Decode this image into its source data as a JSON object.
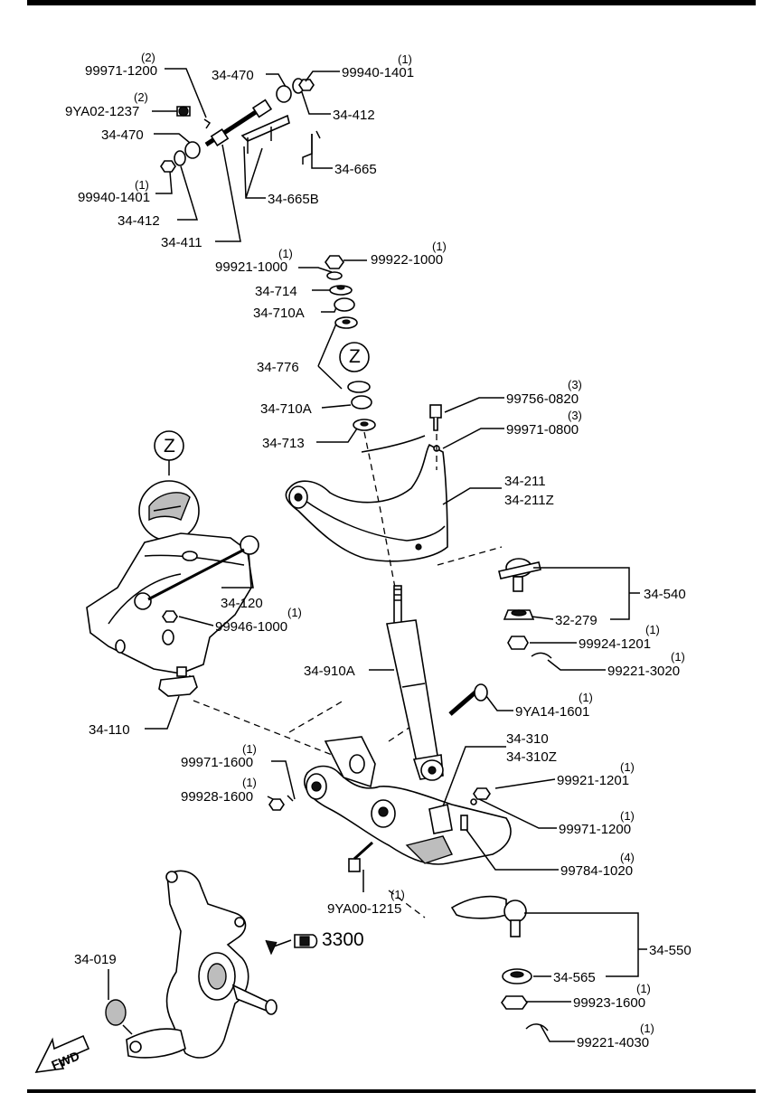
{
  "labels": {
    "l01": "99971-1200",
    "l01q": "(2)",
    "l02": "9YA02-1237",
    "l02q": "(2)",
    "l03": "34-470",
    "l04": "99940-1401",
    "l04q": "(1)",
    "l05": "34-412",
    "l06": "34-411",
    "l07": "34-470",
    "l08": "99940-1401",
    "l08q": "(1)",
    "l09": "34-412",
    "l10": "34-665",
    "l11": "34-665B",
    "l12": "99921-1000",
    "l12q": "(1)",
    "l13": "99922-1000",
    "l13q": "(1)",
    "l14": "34-714",
    "l15": "34-710A",
    "l16": "34-776",
    "l17": "34-710A",
    "l18": "34-713",
    "l19": "99756-0820",
    "l19q": "(3)",
    "l20": "99971-0800",
    "l20q": "(3)",
    "l21a": "34-211",
    "l21b": "34-211Z",
    "l22": "34-120",
    "l23": "99946-1000",
    "l23q": "(1)",
    "l24": "34-540",
    "l25": "32-279",
    "l26": "99924-1201",
    "l26q": "(1)",
    "l27": "99221-3020",
    "l27q": "(1)",
    "l28": "34-910A",
    "l29": "9YA14-1601",
    "l29q": "(1)",
    "l30": "34-110",
    "l31a": "34-310",
    "l31b": "34-310Z",
    "l32": "99971-1600",
    "l32q": "(1)",
    "l33": "99928-1600",
    "l33q": "(1)",
    "l34": "99921-1201",
    "l34q": "(1)",
    "l35": "99971-1200",
    "l35q": "(1)",
    "l36": "99784-1020",
    "l36q": "(4)",
    "l37": "9YA00-1215",
    "l37q": "(1)",
    "l38": "34-550",
    "l39": "3300",
    "l40": "34-019",
    "l41": "34-565",
    "l42": "99923-1600",
    "l42q": "(1)",
    "l43": "99221-4030",
    "l43q": "(1)",
    "zoom1": "Z",
    "zoom2": "Z",
    "fwd": "FWD"
  }
}
